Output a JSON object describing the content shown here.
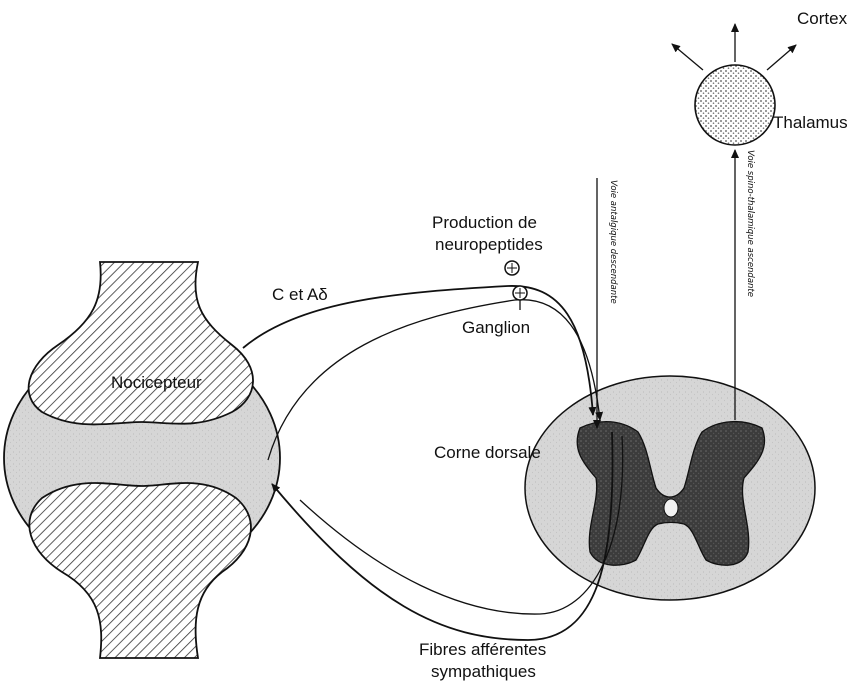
{
  "labels": {
    "cortex": "Cortex",
    "thalamus": "Thalamus",
    "production": "Production de",
    "neuropeptides": "neuropeptides",
    "fibres_c": "C et Aδ",
    "ganglion": "Ganglion",
    "nocicepteur": "Nocicepteur",
    "corne_dorsale": "Corne dorsale",
    "fibres": "Fibres afférentes",
    "sympathiques": "sympathiques",
    "voie_descendante": "Voie antalgique descendante",
    "voie_ascendante": "Voie spino-thalamique ascendante"
  },
  "colors": {
    "ink": "#111111",
    "grey_fill": "#d9d9d9",
    "hatch": "#333333",
    "grey_matter": "#3a3a3a"
  }
}
